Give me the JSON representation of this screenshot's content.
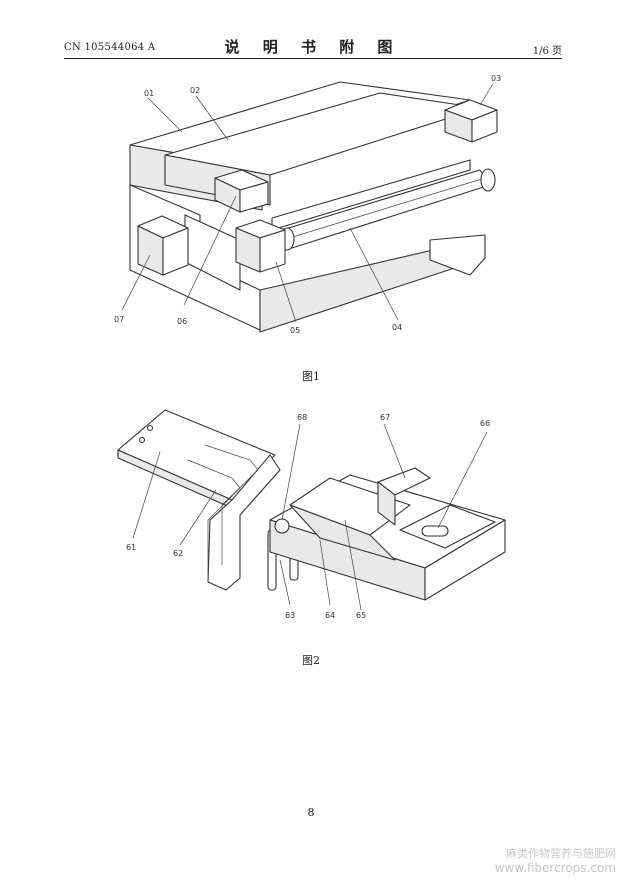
{
  "header": {
    "doc_number": "CN 105544064 A",
    "title": "说 明 书 附 图",
    "page_indicator": "1/6 页"
  },
  "figure1": {
    "caption": "图1",
    "labels": [
      "01",
      "02",
      "03",
      "04",
      "05",
      "06",
      "07"
    ]
  },
  "figure2": {
    "caption": "图2",
    "labels": [
      "61",
      "62",
      "63",
      "64",
      "65",
      "66",
      "67",
      "68"
    ]
  },
  "page_number": "8",
  "watermark": {
    "line1": "麻类作物营养与施肥网",
    "line2": "www.fibercrops.com"
  }
}
